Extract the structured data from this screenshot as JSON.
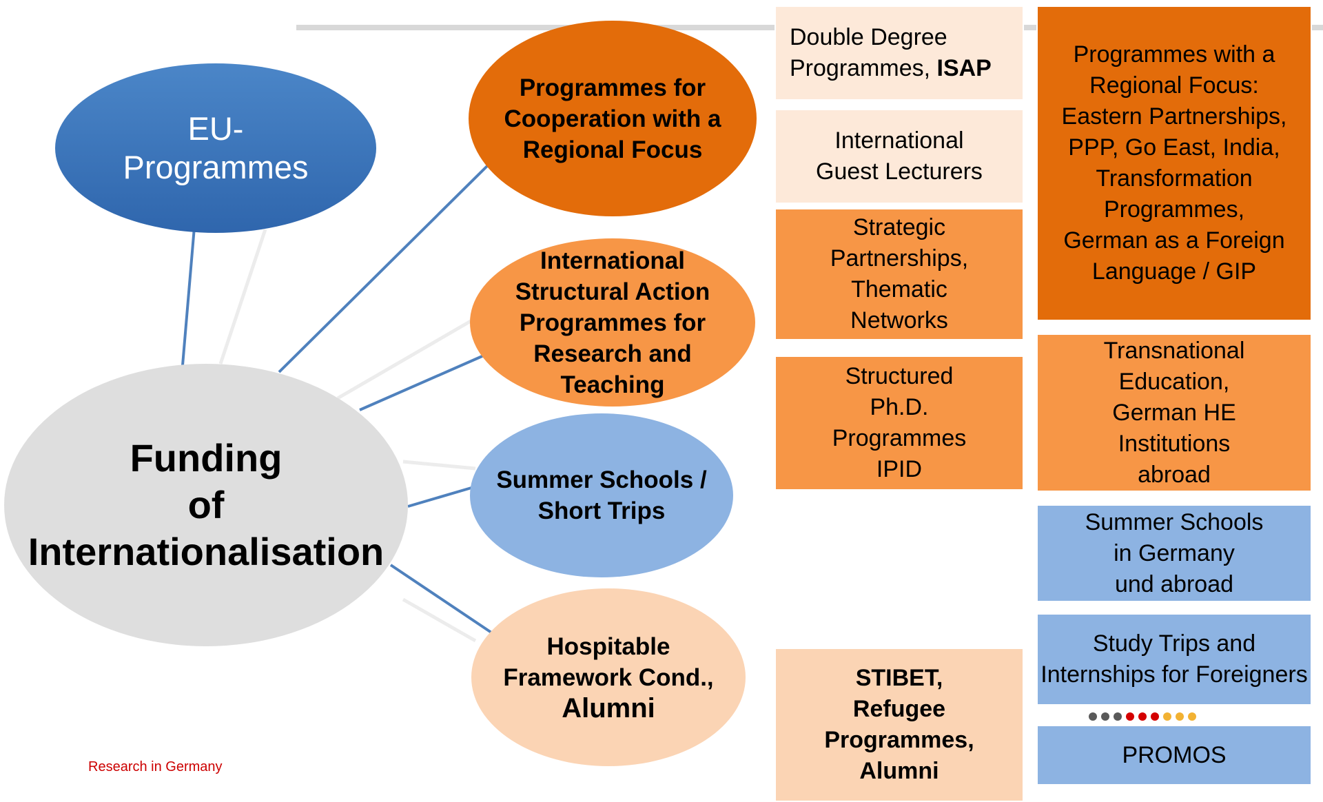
{
  "central": {
    "line1": "Funding",
    "line2": "of",
    "line3": "Internationalisation"
  },
  "eu": {
    "line1": "EU-",
    "line2": "Programmes"
  },
  "bubbles": {
    "regional": {
      "lines": [
        "Programmes for",
        "Cooperation with a",
        "Regional Focus"
      ]
    },
    "structural": {
      "lines": [
        "International",
        "Structural Action",
        "Programmes for",
        "Research and",
        "Teaching"
      ]
    },
    "summer": {
      "lines": [
        "Summer Schools /",
        "Short Trips"
      ]
    },
    "hospitable": {
      "lines": [
        "Hospitable",
        "Framework Cond.,",
        "Alumni"
      ]
    }
  },
  "middle_boxes": {
    "double_degree": {
      "line1": "Double Degree",
      "line2_pre": "Programmes, ",
      "line2_bold": "ISAP"
    },
    "guest_lecturers": {
      "lines": [
        "International",
        "Guest Lecturers"
      ]
    },
    "strategic": {
      "lines": [
        "Strategic",
        "Partnerships,",
        "Thematic",
        "Networks"
      ]
    },
    "phd": {
      "lines": [
        "Structured",
        "Ph.D.",
        "Programmes",
        "IPID"
      ]
    },
    "stibet": {
      "lines": [
        "STIBET,",
        "Refugee",
        "Programmes,",
        "Alumni"
      ]
    }
  },
  "right_boxes": {
    "regional_focus": {
      "lines": [
        "Programmes with a",
        "Regional Focus:",
        "Eastern Partnerships,",
        "PPP, Go East, India,",
        "Transformation",
        "Programmes,",
        "German as a Foreign",
        "Language / GIP"
      ]
    },
    "transnational": {
      "lines": [
        "Transnational",
        "Education,",
        "German HE",
        "Institutions",
        "abroad"
      ]
    },
    "summer_schools": {
      "lines": [
        "Summer Schools",
        "in Germany",
        "und abroad"
      ]
    },
    "study_trips": {
      "lines": [
        "Study Trips and",
        "Internships for Foreigners"
      ]
    },
    "promos": {
      "label": "PROMOS"
    }
  },
  "footer": {
    "text": "Research in Germany"
  },
  "colors": {
    "blue_dark": "#2f66ad",
    "orange_dark": "#e36c0a",
    "orange_mid": "#f79646",
    "peach_light": "#fde9d9",
    "peach": "#fbd4b4",
    "blue_light": "#8db3e2",
    "grey": "#dedede",
    "connector": "#4f81bd",
    "footer_red": "#cc0000"
  },
  "decor_dots": [
    "#5a5a5a",
    "#5a5a5a",
    "#5a5a5a",
    "#d40000",
    "#d40000",
    "#d40000",
    "#f2b233",
    "#f2b233",
    "#f2b233"
  ]
}
